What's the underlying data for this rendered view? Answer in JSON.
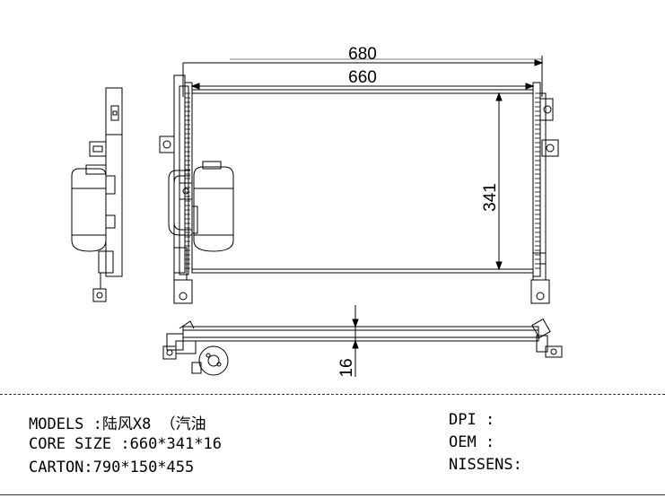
{
  "dimensions": {
    "overall_width": "680",
    "core_width": "660",
    "core_height": "341",
    "core_thickness": "16"
  },
  "specs": {
    "models_label": "MODELS :",
    "models_value": "陆风X8 （汽油",
    "core_size_label": "CORE SIZE :",
    "core_size_value": "660*341*16",
    "carton_label": "CARTON:",
    "carton_value": "790*150*455",
    "dpi_label": "DPI :",
    "oem_label": "OEM :",
    "nissens_label": "NISSENS:"
  }
}
